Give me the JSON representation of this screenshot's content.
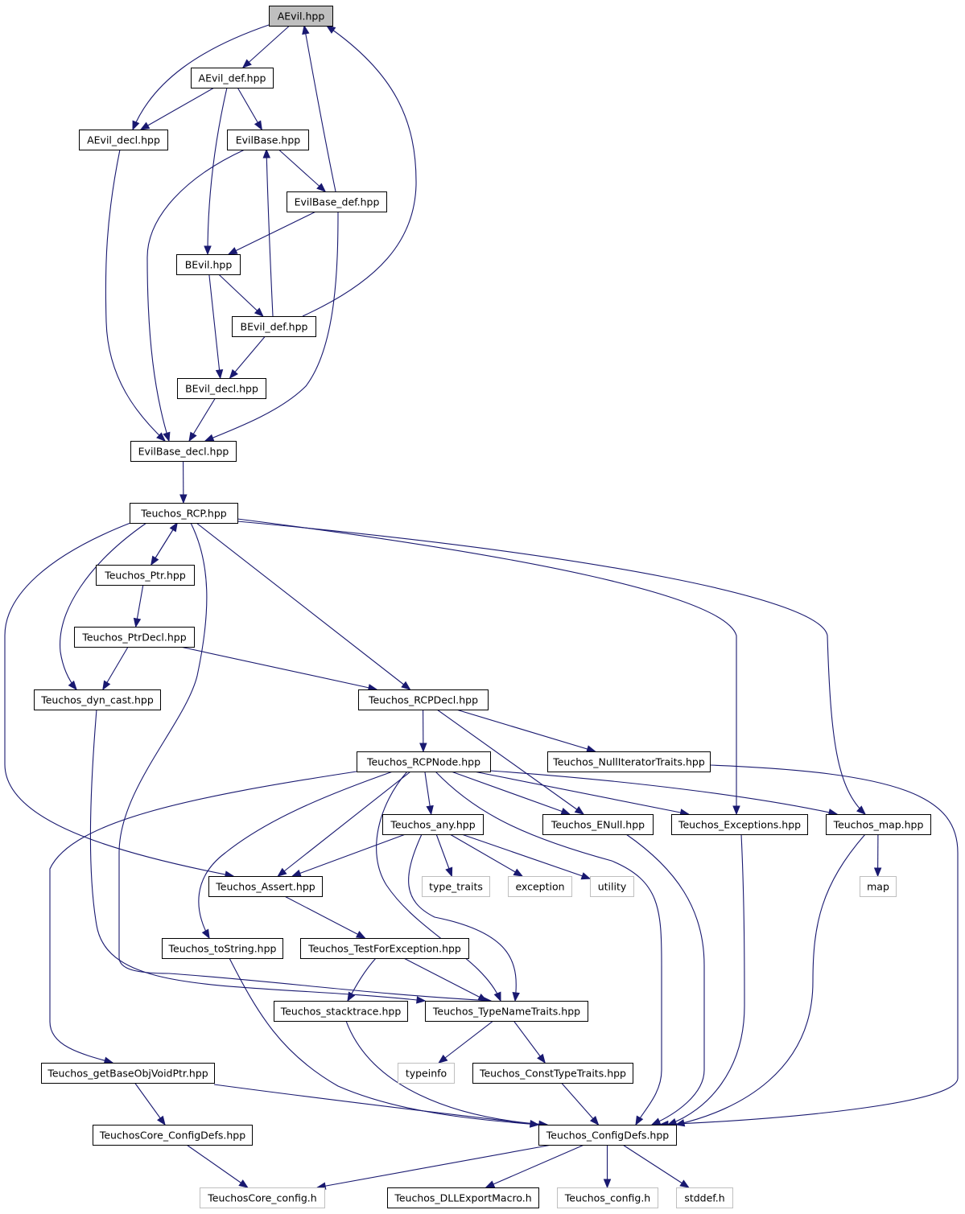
{
  "graph": {
    "edge_color": "#191970",
    "root_fill": "#bfbfbf",
    "system_border": "#bfbfbf",
    "nodes": [
      {
        "id": "aevil",
        "label": "AEvil.hpp",
        "kind": "root"
      },
      {
        "id": "aevil_def",
        "label": "AEvil_def.hpp",
        "kind": "file"
      },
      {
        "id": "aevil_decl",
        "label": "AEvil_decl.hpp",
        "kind": "file"
      },
      {
        "id": "evilbase",
        "label": "EvilBase.hpp",
        "kind": "file"
      },
      {
        "id": "evilbase_def",
        "label": "EvilBase_def.hpp",
        "kind": "file"
      },
      {
        "id": "bevil",
        "label": "BEvil.hpp",
        "kind": "file"
      },
      {
        "id": "bevil_def",
        "label": "BEvil_def.hpp",
        "kind": "file"
      },
      {
        "id": "bevil_decl",
        "label": "BEvil_decl.hpp",
        "kind": "file"
      },
      {
        "id": "evilbase_decl",
        "label": "EvilBase_decl.hpp",
        "kind": "file"
      },
      {
        "id": "rcp",
        "label": "Teuchos_RCP.hpp",
        "kind": "file"
      },
      {
        "id": "ptr",
        "label": "Teuchos_Ptr.hpp",
        "kind": "file"
      },
      {
        "id": "ptrdecl",
        "label": "Teuchos_PtrDecl.hpp",
        "kind": "file"
      },
      {
        "id": "dyncast",
        "label": "Teuchos_dyn_cast.hpp",
        "kind": "file"
      },
      {
        "id": "rcpdecl",
        "label": "Teuchos_RCPDecl.hpp",
        "kind": "file"
      },
      {
        "id": "rcpnode",
        "label": "Teuchos_RCPNode.hpp",
        "kind": "file"
      },
      {
        "id": "nulliter",
        "label": "Teuchos_NullIteratorTraits.hpp",
        "kind": "file"
      },
      {
        "id": "any",
        "label": "Teuchos_any.hpp",
        "kind": "file"
      },
      {
        "id": "enull",
        "label": "Teuchos_ENull.hpp",
        "kind": "file"
      },
      {
        "id": "exceptions",
        "label": "Teuchos_Exceptions.hpp",
        "kind": "file"
      },
      {
        "id": "tmap",
        "label": "Teuchos_map.hpp",
        "kind": "file"
      },
      {
        "id": "assert",
        "label": "Teuchos_Assert.hpp",
        "kind": "file"
      },
      {
        "id": "type_traits",
        "label": "type_traits",
        "kind": "system"
      },
      {
        "id": "exception",
        "label": "exception",
        "kind": "system"
      },
      {
        "id": "utility",
        "label": "utility",
        "kind": "system"
      },
      {
        "id": "map",
        "label": "map",
        "kind": "system"
      },
      {
        "id": "tostring",
        "label": "Teuchos_toString.hpp",
        "kind": "file"
      },
      {
        "id": "testforexc",
        "label": "Teuchos_TestForException.hpp",
        "kind": "file"
      },
      {
        "id": "stacktrace",
        "label": "Teuchos_stacktrace.hpp",
        "kind": "file"
      },
      {
        "id": "typenametraits",
        "label": "Teuchos_TypeNameTraits.hpp",
        "kind": "file"
      },
      {
        "id": "getbaseobj",
        "label": "Teuchos_getBaseObjVoidPtr.hpp",
        "kind": "file"
      },
      {
        "id": "typeinfo",
        "label": "typeinfo",
        "kind": "system"
      },
      {
        "id": "consttypetraits",
        "label": "Teuchos_ConstTypeTraits.hpp",
        "kind": "file"
      },
      {
        "id": "coreconfigdefs",
        "label": "TeuchosCore_ConfigDefs.hpp",
        "kind": "file"
      },
      {
        "id": "configdefs",
        "label": "Teuchos_ConfigDefs.hpp",
        "kind": "file"
      },
      {
        "id": "coreconfig_h",
        "label": "TeuchosCore_config.h",
        "kind": "system"
      },
      {
        "id": "dllexport",
        "label": "Teuchos_DLLExportMacro.h",
        "kind": "file"
      },
      {
        "id": "config_h",
        "label": "Teuchos_config.h",
        "kind": "system"
      },
      {
        "id": "stddef",
        "label": "stddef.h",
        "kind": "system"
      }
    ],
    "edges": [
      {
        "from": "aevil",
        "to": "aevil_def"
      },
      {
        "from": "aevil",
        "to": "aevil_decl"
      },
      {
        "from": "aevil_def",
        "to": "aevil_decl"
      },
      {
        "from": "aevil_def",
        "to": "evilbase"
      },
      {
        "from": "aevil_def",
        "to": "bevil"
      },
      {
        "from": "aevil_decl",
        "to": "evilbase_decl"
      },
      {
        "from": "evilbase",
        "to": "evilbase_def"
      },
      {
        "from": "evilbase",
        "to": "evilbase_decl"
      },
      {
        "from": "evilbase_def",
        "to": "aevil"
      },
      {
        "from": "evilbase_def",
        "to": "bevil"
      },
      {
        "from": "evilbase_def",
        "to": "evilbase_decl"
      },
      {
        "from": "bevil",
        "to": "bevil_def"
      },
      {
        "from": "bevil",
        "to": "bevil_decl"
      },
      {
        "from": "bevil_def",
        "to": "aevil"
      },
      {
        "from": "bevil_def",
        "to": "evilbase"
      },
      {
        "from": "bevil_def",
        "to": "bevil_decl"
      },
      {
        "from": "bevil_decl",
        "to": "evilbase_decl"
      },
      {
        "from": "evilbase_decl",
        "to": "rcp"
      },
      {
        "from": "rcp",
        "to": "ptr"
      },
      {
        "from": "rcp",
        "to": "dyncast"
      },
      {
        "from": "rcp",
        "to": "rcpdecl"
      },
      {
        "from": "rcp",
        "to": "assert"
      },
      {
        "from": "rcp",
        "to": "typenametraits"
      },
      {
        "from": "rcp",
        "to": "exceptions"
      },
      {
        "from": "rcp",
        "to": "tmap"
      },
      {
        "from": "ptr",
        "to": "rcp"
      },
      {
        "from": "ptr",
        "to": "ptrdecl"
      },
      {
        "from": "ptrdecl",
        "to": "dyncast"
      },
      {
        "from": "ptrdecl",
        "to": "rcpdecl"
      },
      {
        "from": "dyncast",
        "to": "typenametraits"
      },
      {
        "from": "rcpdecl",
        "to": "rcpnode"
      },
      {
        "from": "rcpdecl",
        "to": "nulliter"
      },
      {
        "from": "rcpdecl",
        "to": "enull"
      },
      {
        "from": "rcpnode",
        "to": "any"
      },
      {
        "from": "rcpnode",
        "to": "assert"
      },
      {
        "from": "rcpnode",
        "to": "enull"
      },
      {
        "from": "rcpnode",
        "to": "exceptions"
      },
      {
        "from": "rcpnode",
        "to": "tmap"
      },
      {
        "from": "rcpnode",
        "to": "tostring"
      },
      {
        "from": "rcpnode",
        "to": "typenametraits"
      },
      {
        "from": "rcpnode",
        "to": "getbaseobj"
      },
      {
        "from": "rcpnode",
        "to": "configdefs"
      },
      {
        "from": "nulliter",
        "to": "configdefs"
      },
      {
        "from": "any",
        "to": "assert"
      },
      {
        "from": "any",
        "to": "type_traits"
      },
      {
        "from": "any",
        "to": "exception"
      },
      {
        "from": "any",
        "to": "utility"
      },
      {
        "from": "any",
        "to": "typenametraits"
      },
      {
        "from": "enull",
        "to": "configdefs"
      },
      {
        "from": "exceptions",
        "to": "configdefs"
      },
      {
        "from": "tmap",
        "to": "map"
      },
      {
        "from": "tmap",
        "to": "configdefs"
      },
      {
        "from": "assert",
        "to": "testforexc"
      },
      {
        "from": "tostring",
        "to": "configdefs"
      },
      {
        "from": "testforexc",
        "to": "stacktrace"
      },
      {
        "from": "testforexc",
        "to": "typenametraits"
      },
      {
        "from": "stacktrace",
        "to": "configdefs"
      },
      {
        "from": "typenametraits",
        "to": "typeinfo"
      },
      {
        "from": "typenametraits",
        "to": "consttypetraits"
      },
      {
        "from": "consttypetraits",
        "to": "configdefs"
      },
      {
        "from": "getbaseobj",
        "to": "coreconfigdefs"
      },
      {
        "from": "getbaseobj",
        "to": "configdefs"
      },
      {
        "from": "coreconfigdefs",
        "to": "coreconfig_h"
      },
      {
        "from": "configdefs",
        "to": "coreconfig_h"
      },
      {
        "from": "configdefs",
        "to": "dllexport"
      },
      {
        "from": "configdefs",
        "to": "config_h"
      },
      {
        "from": "configdefs",
        "to": "stddef"
      }
    ]
  }
}
